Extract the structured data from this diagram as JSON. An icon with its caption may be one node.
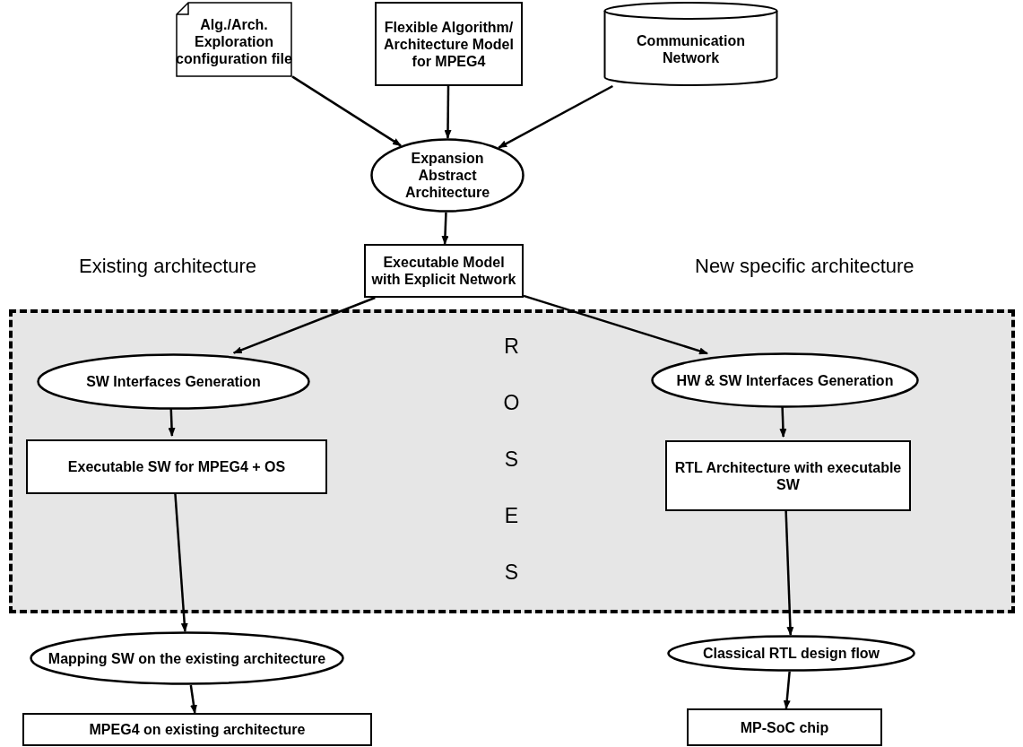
{
  "diagram": {
    "nodes": [
      {
        "text": [
          "Alg./Arch. Exploration configuration file"
        ]
      },
      {
        "text": [
          "Flexible Algorithm/ Architecture Model for MPEG4"
        ]
      },
      {
        "text": [
          "Communication Network"
        ]
      },
      {
        "text": [
          "Expansion Abstract Architecture"
        ]
      },
      {
        "text": [
          "Executable Model with Explicit Network"
        ]
      },
      {
        "text": [
          "ROSES"
        ]
      },
      {
        "text": [
          "SW Interfaces Generation"
        ],
        "in": 5
      },
      {
        "text": [
          "Executable SW for MPEG4 + OS"
        ],
        "in": 5
      },
      {
        "text": [
          "HW & SW Interfaces Generation"
        ],
        "in": 5
      },
      {
        "text": [
          "RTL Architecture with executable SW"
        ],
        "in": 5
      },
      {
        "text": [
          "Mapping SW on the existing architecture"
        ]
      },
      {
        "text": [
          "MPEG4 on existing architecture"
        ]
      },
      {
        "text": [
          "Classical RTL design flow"
        ]
      },
      {
        "text": [
          "MP-SoC chip"
        ]
      }
    ],
    "edges": [
      {
        "from": 0,
        "to": 3,
        "arrow": "to"
      },
      {
        "from": 1,
        "to": 3,
        "arrow": "to"
      },
      {
        "from": 2,
        "to": 3,
        "arrow": "to"
      },
      {
        "from": 3,
        "to": 4,
        "arrow": "to"
      },
      {
        "from": 4,
        "to": 6,
        "arrow": "to"
      },
      {
        "from": 4,
        "to": 8,
        "arrow": "to"
      },
      {
        "from": 6,
        "to": 7,
        "arrow": "to"
      },
      {
        "from": 7,
        "to": 10,
        "arrow": "to"
      },
      {
        "from": 8,
        "to": 9,
        "arrow": "to"
      },
      {
        "from": 9,
        "to": 12,
        "arrow": "to"
      },
      {
        "from": 10,
        "to": 11,
        "arrow": "to"
      },
      {
        "from": 12,
        "to": 13,
        "arrow": "to"
      }
    ],
    "labels": [
      "Existing architecture",
      "New specific architecture"
    ]
  }
}
